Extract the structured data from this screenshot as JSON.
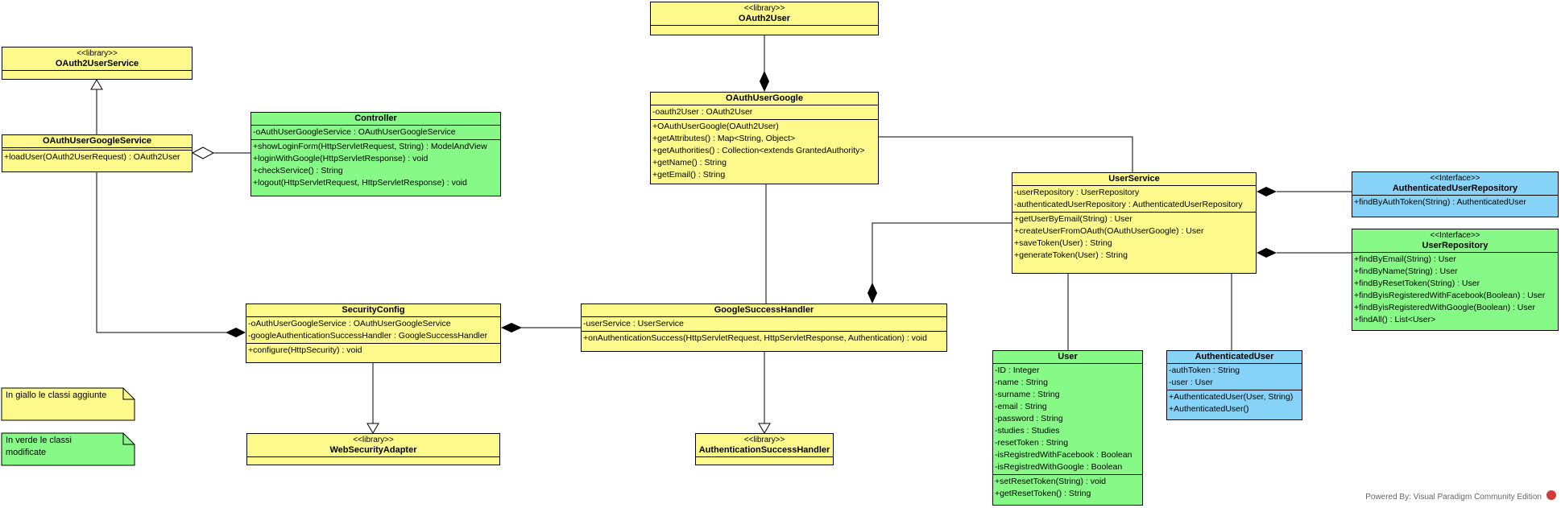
{
  "classes": {
    "oauth2user": {
      "stereotype": "<<library>>",
      "name": "OAuth2User"
    },
    "oauth2userservice": {
      "stereotype": "<<library>>",
      "name": "OAuth2UserService"
    },
    "oauthusergoogleservice": {
      "name": "OAuthUserGoogleService",
      "ops": [
        "+loadUser(OAuth2UserRequest) : OAuth2User"
      ]
    },
    "controller": {
      "name": "Controller",
      "attrs": [
        "-oAuthUserGoogleService : OAuthUserGoogleService"
      ],
      "ops": [
        "+showLoginForm(HttpServletRequest, String) : ModelAndView",
        "+loginWithGoogle(HttpServletResponse) : void",
        "+checkService() : String",
        "+logout(HttpServletRequest, HttpServletResponse) : void"
      ]
    },
    "oauthusergoogle": {
      "name": "OAuthUserGoogle",
      "attrs": [
        "-oauth2User : OAuth2User"
      ],
      "ops": [
        "+OAuthUserGoogle(OAuth2User)",
        "+getAttributes() : Map<String, Object>",
        "+getAuthorities() : Collection<extends GrantedAuthority>",
        "+getName() : String",
        "+getEmail() : String"
      ]
    },
    "userservice": {
      "name": "UserService",
      "attrs": [
        "-userRepository : UserRepository",
        "-authenticatedUserRepository : AuthenticatedUserRepository"
      ],
      "ops": [
        "+getUserByEmail(String) : User",
        "+createUserFromOAuth(OAuthUserGoogle) : User",
        "+saveToken(User) : String",
        "+generateToken(User) : String"
      ]
    },
    "authuserrepo": {
      "stereotype": "<<Interface>>",
      "name": "AuthenticatedUserRepository",
      "ops": [
        "+findByAuthToken(String) : AuthenticatedUser"
      ]
    },
    "userrepo": {
      "stereotype": "<<Interface>>",
      "name": "UserRepository",
      "ops": [
        "+findByEmail(String) : User",
        "+findByName(String) : User",
        "+findByResetToken(String) : User",
        "+findByisRegisteredWithFacebook(Boolean) : User",
        "+findByisRegisteredWithGoogle(Boolean) : User",
        "+findAll() : List<User>"
      ]
    },
    "securityconfig": {
      "name": "SecurityConfig",
      "attrs": [
        "-oAuthUserGoogleService : OAuthUserGoogleService",
        "-googleAuthenticationSuccessHandler : GoogleSuccessHandler"
      ],
      "ops": [
        "+configure(HttpSecurity) : void"
      ]
    },
    "googlesuccesshandler": {
      "name": "GoogleSuccessHandler",
      "attrs": [
        "-userService : UserService"
      ],
      "ops": [
        "+onAuthenticationSuccess(HttpServletRequest, HttpServletResponse, Authentication) : void"
      ]
    },
    "user": {
      "name": "User",
      "attrs": [
        "-ID : Integer",
        "-name : String",
        "-surname : String",
        "-email : String",
        "-password : String",
        "-studies : Studies",
        "-resetToken : String",
        "-isRegistredWithFacebook : Boolean",
        "-isRegistredWithGoogle : Boolean"
      ],
      "ops": [
        "+setResetToken(String) : void",
        "+getResetToken() : String"
      ]
    },
    "authenticateduser": {
      "name": "AuthenticatedUser",
      "attrs": [
        "-authToken : String",
        "-user : User"
      ],
      "ops": [
        "+AuthenticatedUser(User, String)",
        "+AuthenticatedUser()"
      ]
    },
    "websecurityadapter": {
      "stereotype": "<<library>>",
      "name": "WebSecurityAdapter"
    },
    "authsuccesshandler": {
      "stereotype": "<<library>>",
      "name": "AuthenticationSuccessHandler"
    }
  },
  "notes": {
    "yellow": "In giallo le classi aggiunte",
    "green": "In verde le classi modificate"
  },
  "colors": {
    "added": "#fdf98b",
    "modified": "#86f986",
    "interface": "#87d3f8"
  },
  "footer": "Powered By: Visual Paradigm Community Edition"
}
